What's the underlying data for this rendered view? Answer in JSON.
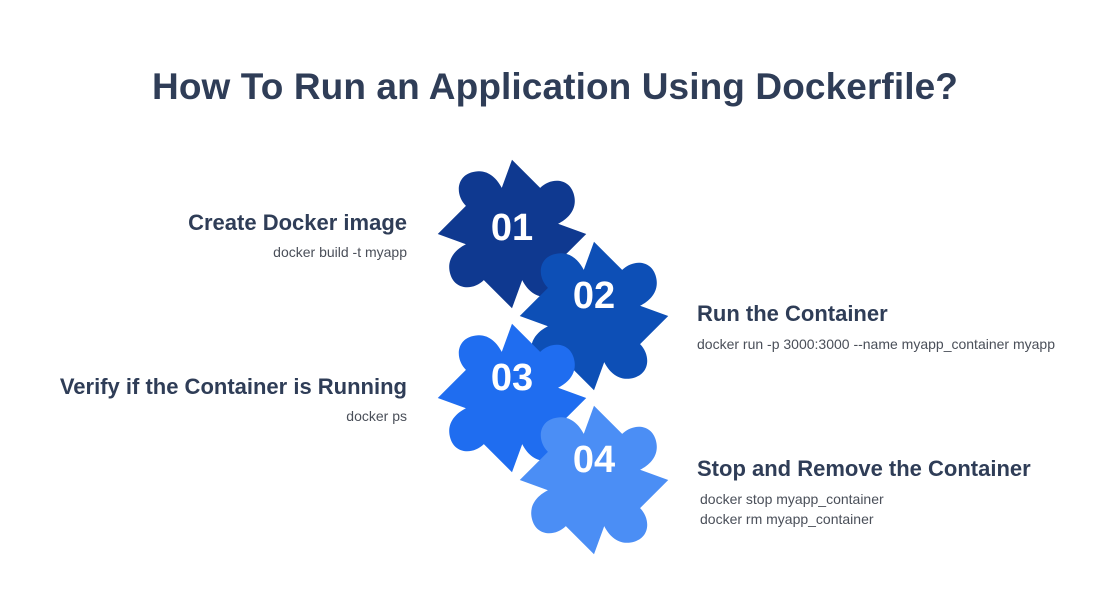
{
  "title": "How To Run an Application Using Dockerfile?",
  "steps": [
    {
      "number": "01",
      "heading": "Create Docker image",
      "commands": [
        "docker build -t myapp"
      ],
      "color": "#0f3990"
    },
    {
      "number": "02",
      "heading": "Run the Container",
      "commands": [
        "docker run -p 3000:3000 --name myapp_container myapp"
      ],
      "color": "#0d4fb6"
    },
    {
      "number": "03",
      "heading": "Verify if the Container is Running",
      "commands": [
        "docker ps"
      ],
      "color": "#1f6df0"
    },
    {
      "number": "04",
      "heading": "Stop and Remove the Container",
      "commands": [
        "docker stop myapp_container",
        "docker rm myapp_container"
      ],
      "color": "#4b8ef5"
    }
  ]
}
